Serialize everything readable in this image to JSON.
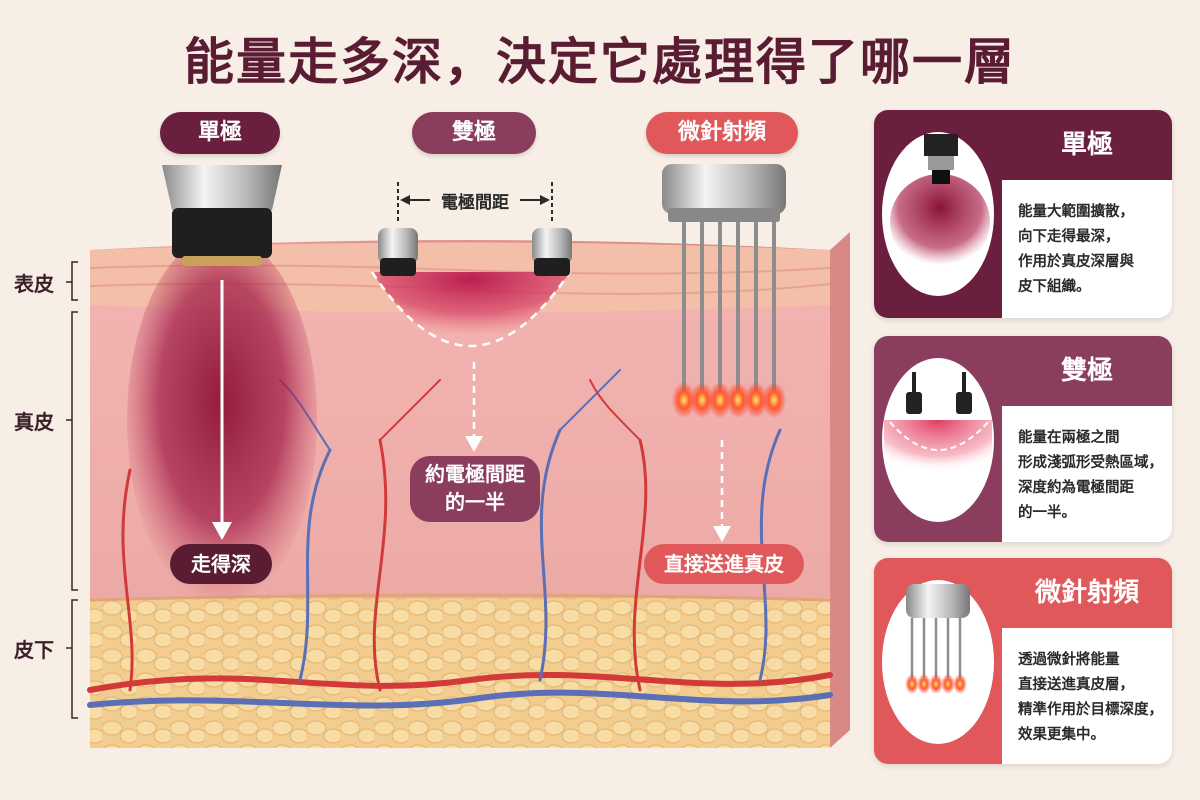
{
  "title": "能量走多深，決定它處理得了哪一層",
  "devices": {
    "mono": "單極",
    "bipolar": "雙極",
    "microneedle": "微針射頻"
  },
  "electrode_gap_label": "電極間距",
  "layers": {
    "epidermis": "表皮",
    "dermis": "真皮",
    "subcutis": "皮下"
  },
  "annotations": {
    "mono_depth": "走得深",
    "bipolar_depth_line1": "約電極間距",
    "bipolar_depth_line2": "的一半",
    "micro_depth": "直接送進真皮"
  },
  "cards": [
    {
      "title": "單極",
      "text": "能量大範圍擴散，\n向下走得最深，\n作用於真皮深層與\n皮下組織。",
      "color": "#6b1f3e"
    },
    {
      "title": "雙極",
      "text": "能量在兩極之間\n形成淺弧形受熱區域，\n深度約為電極間距\n的一半。",
      "color": "#8a3d5c"
    },
    {
      "title": "微針射頻",
      "text": "透過微針將能量\n直接送進真皮層，\n精準作用於目標深度，\n效果更集中。",
      "color": "#e0585a"
    }
  ],
  "colors": {
    "mono": "#6b1f3e",
    "bipolar": "#8a3d5c",
    "microneedle": "#e0585a",
    "title": "#5a1c33"
  }
}
